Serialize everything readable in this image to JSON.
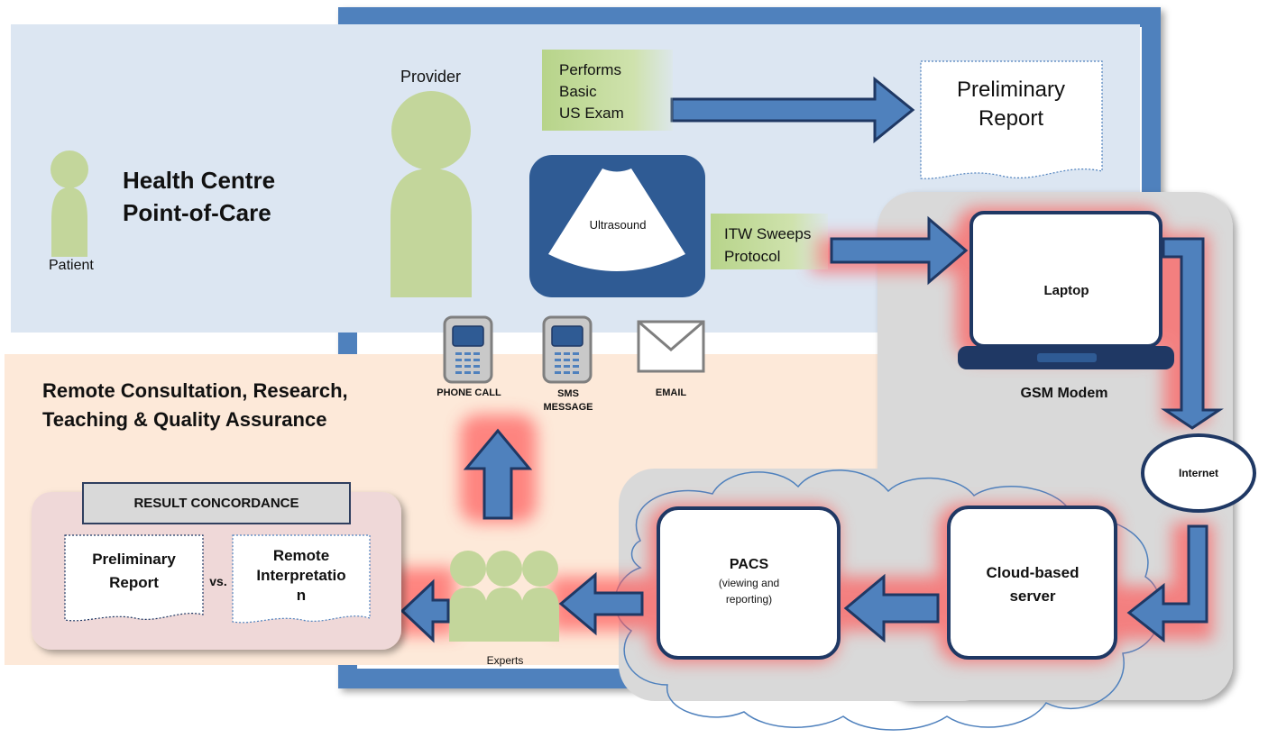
{
  "health_centre": {
    "title_line1": "Health Centre",
    "title_line2": "Point-of-Care",
    "patient_label": "Patient",
    "provider_label": "Provider",
    "exam_lines": [
      "Performs",
      "Basic",
      "US Exam"
    ],
    "preliminary_report_lines": [
      "Preliminary",
      "Report"
    ],
    "ultrasound_label": "Ultrasound",
    "sweeps_lines": [
      "ITW Sweeps",
      "Protocol"
    ]
  },
  "remote": {
    "title_line1": "Remote Consultation, Research,",
    "title_line2": "Teaching & Quality Assurance",
    "phone_label": "PHONE CALL",
    "sms_label_line1": "SMS",
    "sms_label_line2": "MESSAGE",
    "email_label": "EMAIL",
    "concordance_title": "RESULT CONCORDANCE",
    "prelim_lines": [
      "Preliminary",
      "Report"
    ],
    "vs_label": "vs.",
    "remote_interp_lines": [
      "Remote",
      "Interpretatio",
      "n"
    ],
    "experts_label": "Experts"
  },
  "network": {
    "laptop_label": "Laptop",
    "gsm_label": "GSM Modem",
    "internet_label": "Internet",
    "cloud_server_lines": [
      "Cloud-based",
      "server"
    ],
    "pacs_title": "PACS",
    "pacs_sub_lines": [
      "(viewing and",
      "reporting)"
    ]
  },
  "colors": {
    "blue_frame": "#4f81bd",
    "light_blue": "#dce6f2",
    "peach": "#fde9d9",
    "green": "#c3d69b",
    "dark_blue": "#1f3864",
    "arrow_blue": "#4f81bd",
    "grey_panel": "#d9d9d9",
    "glow_red": "#ff6666"
  }
}
